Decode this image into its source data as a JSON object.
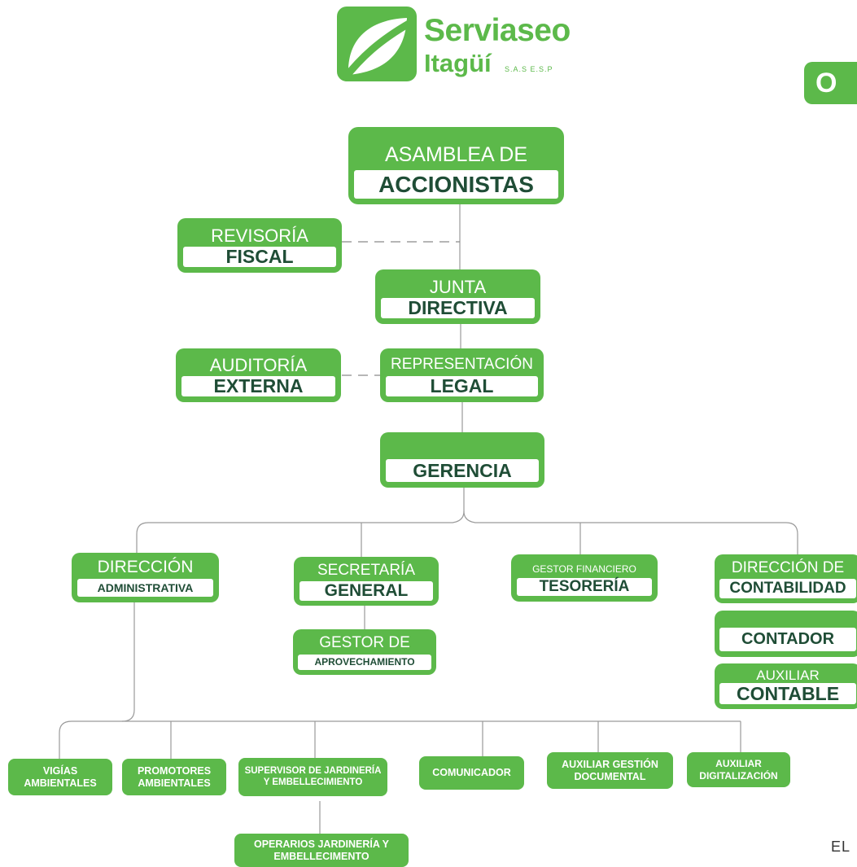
{
  "brand": {
    "name": "Serviaseo",
    "sub": "Itagüí",
    "suffix": "S.A.S E.S.P",
    "accent": "#5cb94a",
    "dark": "#1f4d36",
    "icon": "leaf-icon"
  },
  "title_partial": "O",
  "footer_partial": "EL",
  "units": {
    "asamblea": {
      "top": "ASAMBLEA DE",
      "bottom": "ACCIONISTAS"
    },
    "revisoria": {
      "top": "REVISORÍA",
      "bottom": "FISCAL"
    },
    "junta": {
      "top": "JUNTA",
      "bottom": "DIRECTIVA"
    },
    "auditoria": {
      "top": "AUDITORÍA",
      "bottom": "EXTERNA"
    },
    "representacion": {
      "top": "REPRESENTACIÓN",
      "bottom": "LEGAL"
    },
    "gerencia": {
      "top": "",
      "bottom": "GERENCIA"
    },
    "direccion_admin": {
      "top": "DIRECCIÓN",
      "bottom": "ADMINISTRATIVA"
    },
    "secretaria": {
      "top": "SECRETARÍA",
      "bottom": "GENERAL"
    },
    "gestor_aprov": {
      "top": "GESTOR DE",
      "bottom": "APROVECHAMIENTO"
    },
    "tesoreria": {
      "top": "GESTOR FINANCIERO",
      "bottom": "TESORERÍA"
    },
    "dir_contabilidad": {
      "top": "DIRECCIÓN DE",
      "bottom": "CONTABILIDAD"
    },
    "contador": {
      "top": "",
      "bottom": "CONTADOR"
    },
    "aux_contable": {
      "top": "AUXILIAR",
      "bottom": "CONTABLE"
    }
  },
  "operational": {
    "vigias": "VIGÍAS AMBIENTALES",
    "promotores": "PROMOTORES AMBIENTALES",
    "supervisor": "SUPERVISOR DE JARDINERÍA Y EMBELLECIMIENTO",
    "comunicador": "COMUNICADOR",
    "aux_gestion": "AUXILIAR GESTIÓN DOCUMENTAL",
    "aux_digital": "AUXILIAR DIGITALIZACIÓN",
    "operarios": "OPERARIOS JARDINERÍA Y EMBELLECIMENTO"
  }
}
